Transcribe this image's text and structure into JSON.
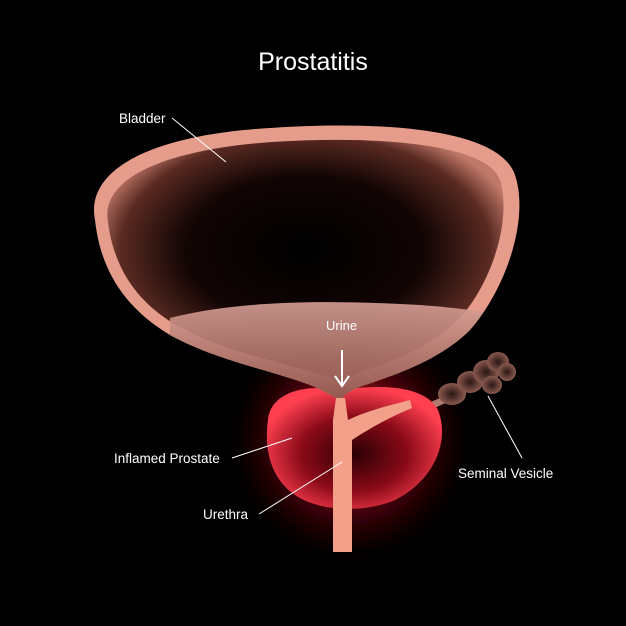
{
  "title": "Prostatitis",
  "labels": {
    "bladder": "Bladder",
    "urine": "Urine",
    "inflamed_prostate": "Inflamed Prostate",
    "urethra": "Urethra",
    "seminal_vesicle": "Seminal Vesicle"
  },
  "colors": {
    "background": "#000000",
    "bladder_wall": "#f0a08a",
    "urine": "#c9958a",
    "prostate": "#e03040",
    "glow": "#ff2030",
    "urethra": "#f5a088",
    "seminal_vesicle": "#7a5048",
    "text": "#ffffff"
  }
}
